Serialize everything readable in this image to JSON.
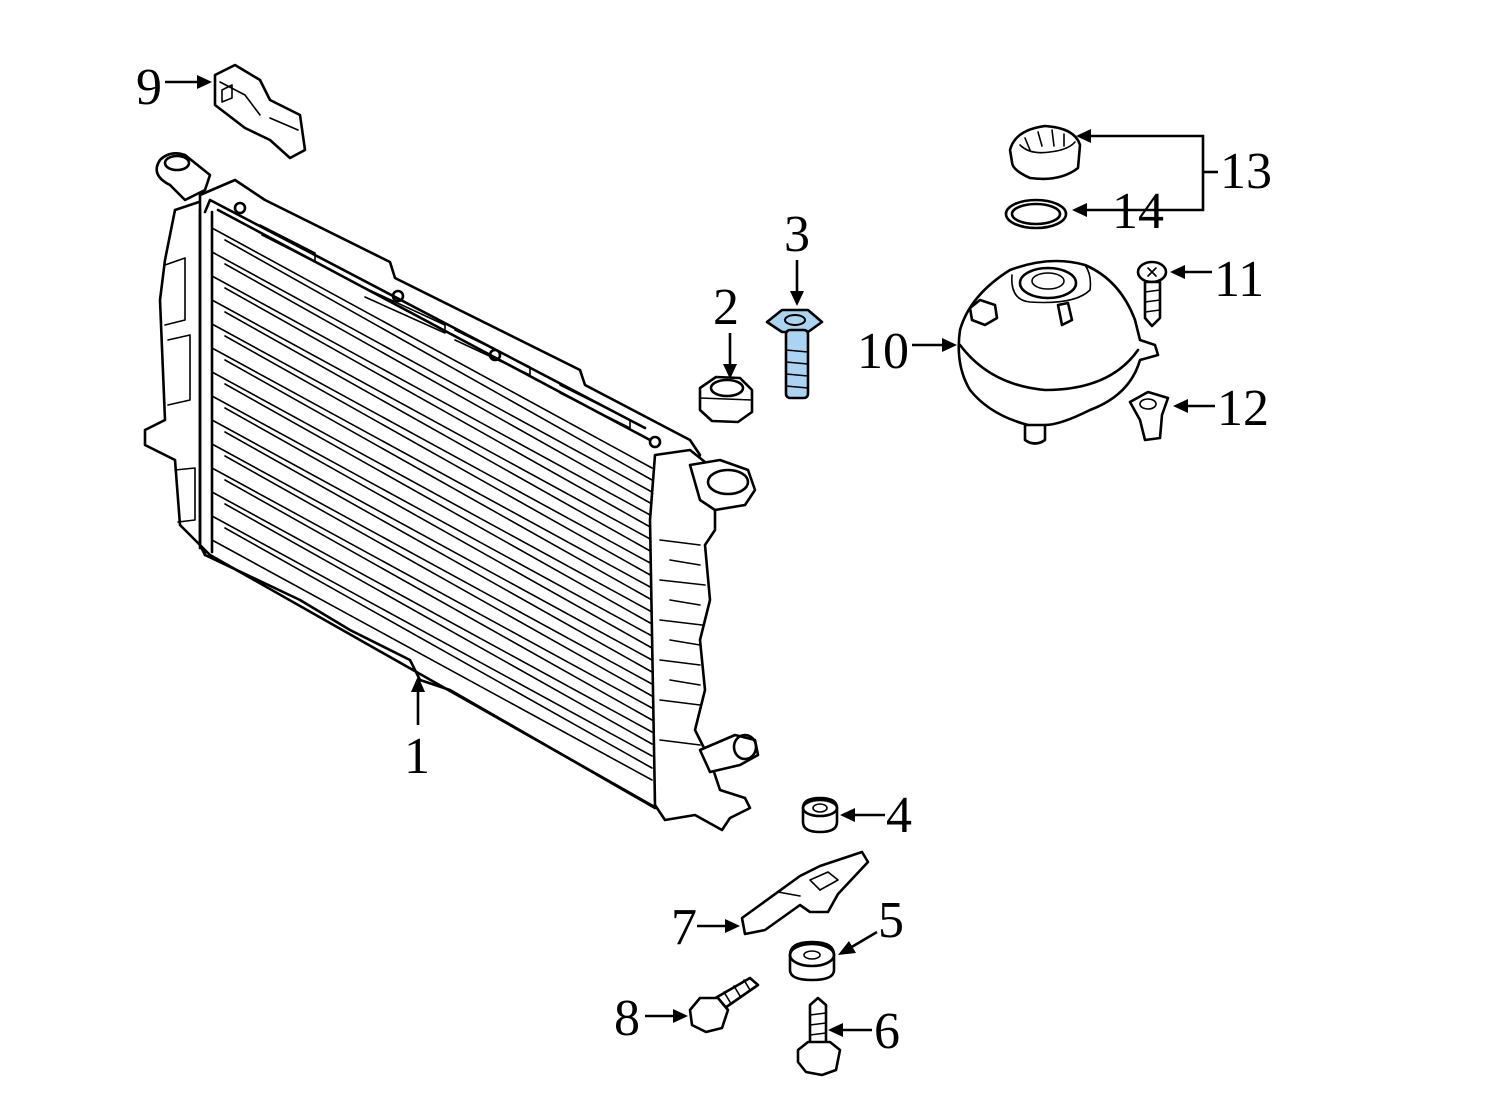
{
  "diagram": {
    "highlight_color": "#a9d4f2",
    "line_color": "#000000",
    "callouts": [
      {
        "id": "c1",
        "label": "1"
      },
      {
        "id": "c2",
        "label": "2"
      },
      {
        "id": "c3",
        "label": "3"
      },
      {
        "id": "c4",
        "label": "4"
      },
      {
        "id": "c5",
        "label": "5"
      },
      {
        "id": "c6",
        "label": "6"
      },
      {
        "id": "c7",
        "label": "7"
      },
      {
        "id": "c8",
        "label": "8"
      },
      {
        "id": "c9",
        "label": "9"
      },
      {
        "id": "c10",
        "label": "10"
      },
      {
        "id": "c11",
        "label": "11"
      },
      {
        "id": "c12",
        "label": "12"
      },
      {
        "id": "c13",
        "label": "13"
      },
      {
        "id": "c14",
        "label": "14"
      }
    ],
    "highlighted_part": "3"
  }
}
